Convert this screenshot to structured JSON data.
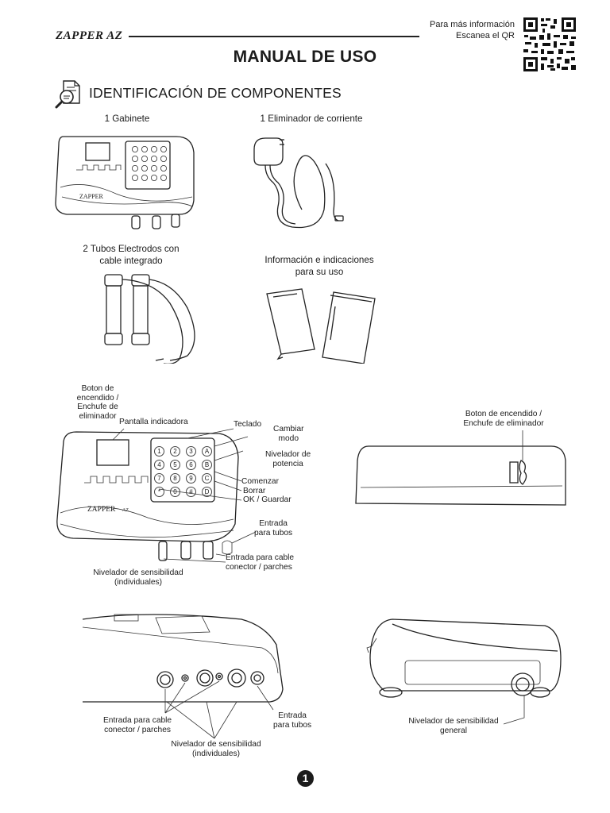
{
  "header": {
    "brand": "ZAPPER AZ",
    "qr_line1": "Para más información",
    "qr_line2": "Escanea el QR"
  },
  "title": "MANUAL DE USO",
  "section_title": "IDENTIFICACIÓN DE COMPONENTES",
  "components": {
    "cabinet": "1 Gabinete",
    "adapter": "1 Eliminador de corriente",
    "tubes_line1": "2 Tubos Electrodos con",
    "tubes_line2": "cable integrado",
    "info_line1": "Información e indicaciones",
    "info_line2": "para su uso"
  },
  "device_text": {
    "brand_small": "ZAPPER",
    "brand_suffix": "AZ",
    "keys": [
      "1",
      "2",
      "3",
      "A",
      "4",
      "5",
      "6",
      "B",
      "7",
      "8",
      "9",
      "C",
      "*",
      "0",
      "#",
      "D"
    ]
  },
  "callouts": {
    "power_line1": "Boton de encendido /",
    "power_line2": "Enchufe de eliminador",
    "display": "Pantalla indicadora",
    "keypad": "Teclado",
    "mode_line1": "Cambiar",
    "mode_line2": "modo",
    "power_level_line1": "Nivelador de",
    "power_level_line2": "potencia",
    "start": "Comenzar",
    "erase": "Borrar",
    "ok": "OK / Guardar",
    "tube_in_line1": "Entrada",
    "tube_in_line2": "para tubos",
    "cable_in_line1": "Entrada para cable",
    "cable_in_line2": "conector / parches",
    "sens_line1": "Nivelador de sensibilidad",
    "sens_line2": "(individuales)",
    "right_power_line1": "Boton de encendido /",
    "right_power_line2": "Enchufe de eliminador",
    "bottom_cable_line1": "Entrada para cable",
    "bottom_cable_line2": "conector / parches",
    "bottom_tube_line1": "Entrada",
    "bottom_tube_line2": "para tubos",
    "bottom_sens_line1": "Nivelador de sensibilidad",
    "bottom_sens_line2": "(individuales)",
    "general_sens_line1": "Nivelador de sensibilidad",
    "general_sens_line2": "general"
  },
  "page_number": "1"
}
